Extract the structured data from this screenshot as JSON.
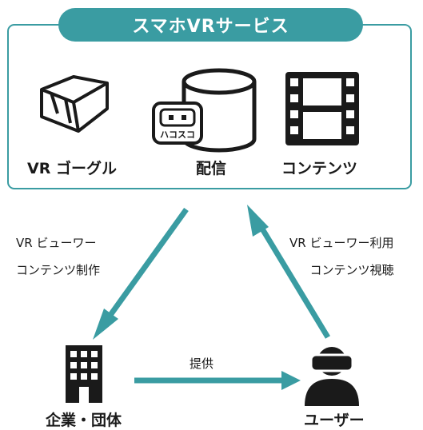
{
  "service_title": "スマホVRサービス",
  "items": {
    "goggle": "VR ゴーグル",
    "delivery": "配信",
    "contents": "コンテンツ"
  },
  "logo_text": "ハコスコ",
  "left_label": [
    "VR ビューワー",
    "コンテンツ制作"
  ],
  "right_label": [
    "VR ビューワー利用",
    "コンテンツ視聴"
  ],
  "provide_label": "提供",
  "company_label": "企業・団体",
  "user_label": "ユーザー",
  "colors": {
    "accent": "#3a9ca2",
    "ink": "#1a1a1a"
  }
}
